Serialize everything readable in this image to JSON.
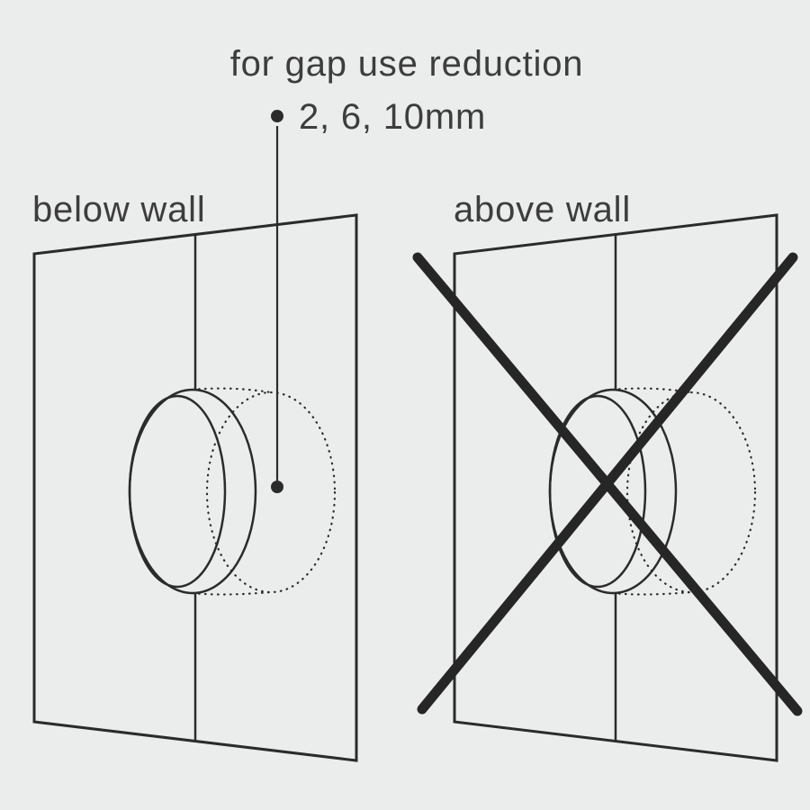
{
  "annotation": {
    "title": "for gap use reduction",
    "sizes": "2, 6, 10mm"
  },
  "panels": {
    "left": {
      "label": "below wall"
    },
    "right": {
      "label": "above wall"
    }
  },
  "colors": {
    "background": "#ebedec",
    "ink": "#2b2b2b",
    "text": "#3d3d3d",
    "cross": "#262626"
  }
}
